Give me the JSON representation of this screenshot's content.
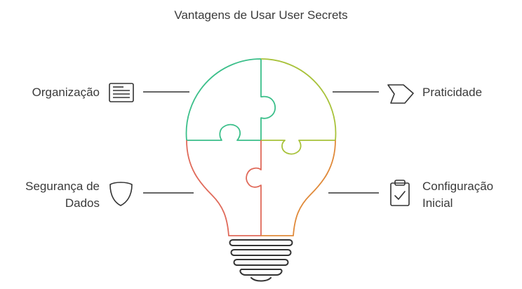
{
  "title": "Vantagens de Usar User Secrets",
  "items": {
    "organizacao": {
      "label": "Organização",
      "icon": "document-lines-icon",
      "color": "#3bbf8a"
    },
    "praticidade": {
      "label": "Praticidade",
      "icon": "arrow-right-outline-icon",
      "color": "#a8c23a"
    },
    "seguranca": {
      "label_line1": "Segurança de",
      "label_line2": "Dados",
      "icon": "shield-icon",
      "color": "#e06a5a"
    },
    "configuracao": {
      "label_line1": "Configuração",
      "label_line2": "Inicial",
      "icon": "clipboard-check-icon",
      "color": "#e08a3a"
    }
  }
}
